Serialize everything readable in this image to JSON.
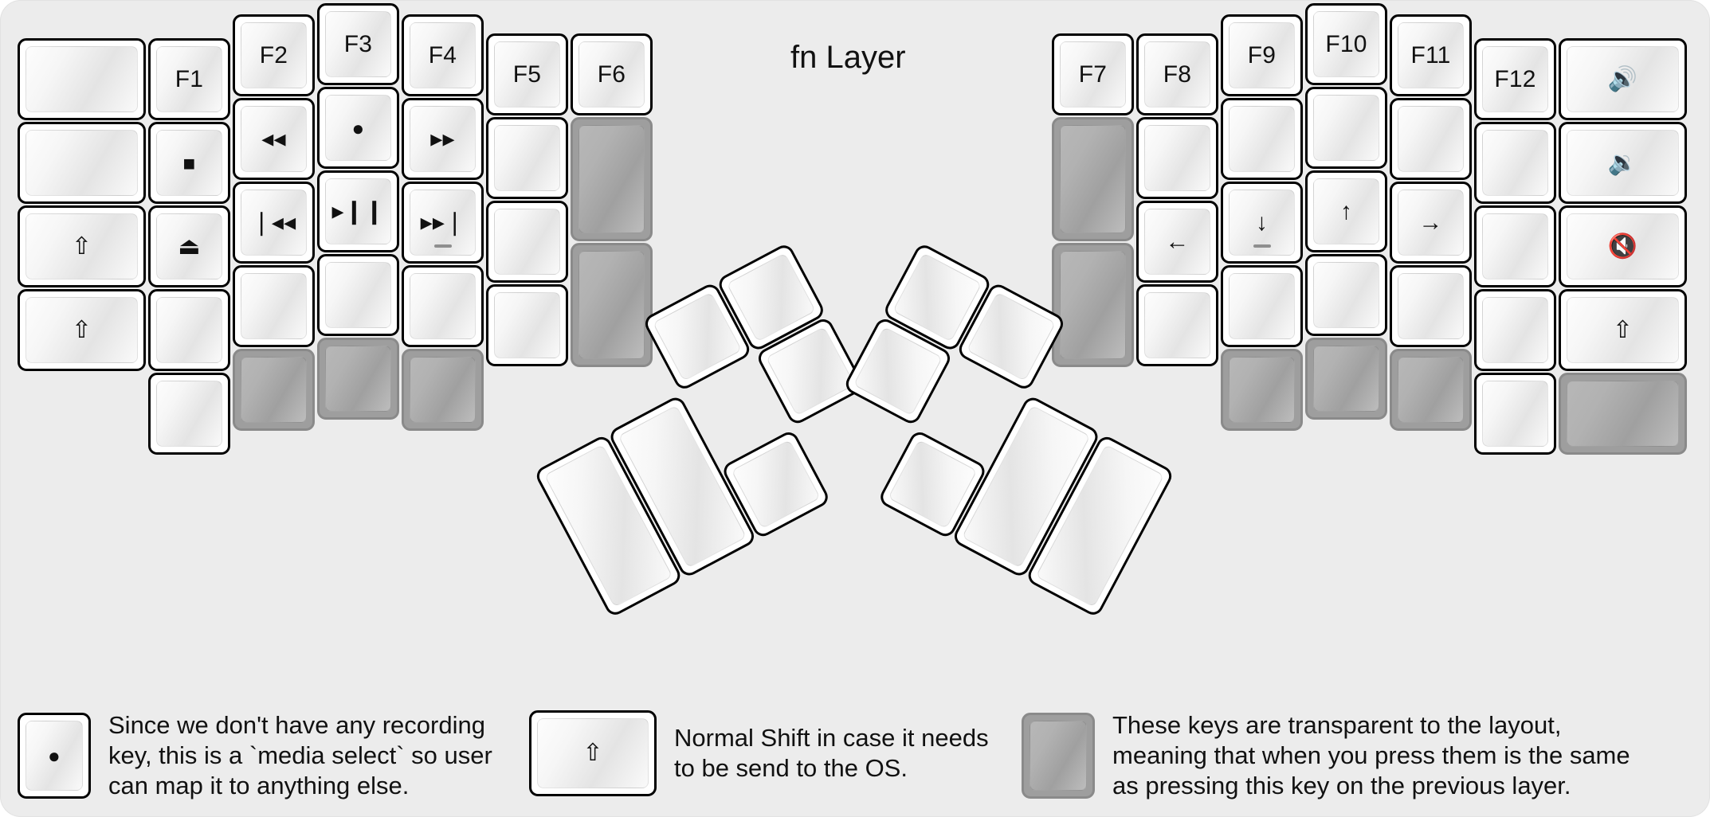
{
  "title": "fn Layer",
  "colors": {
    "background": "#ececec",
    "key_face": "#f4f4f4",
    "key_border": "#000000",
    "transparent_key": "#9e9e9e"
  },
  "symbols": {
    "rewind": "◂◂",
    "record": "●",
    "fast_forward": "▸▸",
    "prev_track": "❘◂◂",
    "play_pause": "▸❙❙",
    "next_track": "▸▸❘",
    "stop": "■",
    "eject": "⏏",
    "caps_lock": "⇧",
    "shift": "⇧",
    "arrow_left": "←",
    "arrow_down": "↓",
    "arrow_up": "↑",
    "arrow_right": "→",
    "volume_up": "🔊",
    "volume_down": "🔉",
    "mute": "🔇"
  },
  "left_half": {
    "columns": [
      {
        "name": "col-outer-left",
        "keys": [
          {
            "label": "",
            "kind": "blank"
          },
          {
            "label": "",
            "kind": "blank"
          },
          {
            "label": "⇧",
            "kind": "caps-lock"
          },
          {
            "label": "⇧",
            "kind": "shift"
          }
        ]
      },
      {
        "name": "col-f1",
        "keys": [
          {
            "label": "F1",
            "kind": "text"
          },
          {
            "label": "■",
            "kind": "stop"
          },
          {
            "label": "⏏",
            "kind": "eject"
          },
          {
            "label": "",
            "kind": "blank"
          },
          {
            "label": "",
            "kind": "blank"
          }
        ]
      },
      {
        "name": "col-f2",
        "keys": [
          {
            "label": "F2",
            "kind": "text"
          },
          {
            "label": "◂◂",
            "kind": "rewind"
          },
          {
            "label": "❘◂◂",
            "kind": "prev-track"
          },
          {
            "label": "",
            "kind": "blank"
          },
          {
            "label": "",
            "kind": "transparent"
          }
        ]
      },
      {
        "name": "col-f3",
        "keys": [
          {
            "label": "F3",
            "kind": "text"
          },
          {
            "label": "●",
            "kind": "record"
          },
          {
            "label": "▸❙❙",
            "kind": "play-pause"
          },
          {
            "label": "",
            "kind": "blank"
          },
          {
            "label": "",
            "kind": "transparent"
          }
        ]
      },
      {
        "name": "col-f4",
        "keys": [
          {
            "label": "F4",
            "kind": "text"
          },
          {
            "label": "▸▸",
            "kind": "fast-forward"
          },
          {
            "label": "▸▸❘",
            "kind": "next-track",
            "homing": true
          },
          {
            "label": "",
            "kind": "blank"
          },
          {
            "label": "",
            "kind": "transparent"
          }
        ]
      },
      {
        "name": "col-f5",
        "keys": [
          {
            "label": "F5",
            "kind": "text"
          },
          {
            "label": "",
            "kind": "blank"
          },
          {
            "label": "",
            "kind": "blank"
          },
          {
            "label": "",
            "kind": "blank"
          }
        ]
      },
      {
        "name": "col-f6",
        "keys": [
          {
            "label": "F6",
            "kind": "text"
          },
          {
            "label": "",
            "kind": "transparent"
          },
          {
            "label": "",
            "kind": "transparent"
          }
        ]
      }
    ],
    "thumb_cluster": {
      "name": "left-thumb-cluster",
      "keys": [
        {
          "label": "",
          "kind": "blank"
        },
        {
          "label": "",
          "kind": "blank"
        },
        {
          "label": "",
          "kind": "blank"
        },
        {
          "label": "",
          "kind": "blank"
        },
        {
          "label": "",
          "kind": "blank"
        },
        {
          "label": "",
          "kind": "blank"
        }
      ]
    }
  },
  "right_half": {
    "columns": [
      {
        "name": "col-f7",
        "keys": [
          {
            "label": "F7",
            "kind": "text"
          },
          {
            "label": "",
            "kind": "transparent"
          },
          {
            "label": "",
            "kind": "transparent"
          }
        ]
      },
      {
        "name": "col-f8",
        "keys": [
          {
            "label": "F8",
            "kind": "text"
          },
          {
            "label": "",
            "kind": "blank"
          },
          {
            "label": "←",
            "kind": "arrow-left"
          },
          {
            "label": "",
            "kind": "blank"
          }
        ]
      },
      {
        "name": "col-f9",
        "keys": [
          {
            "label": "F9",
            "kind": "text"
          },
          {
            "label": "",
            "kind": "blank"
          },
          {
            "label": "↓",
            "kind": "arrow-down",
            "homing": true
          },
          {
            "label": "",
            "kind": "blank"
          },
          {
            "label": "",
            "kind": "transparent"
          }
        ]
      },
      {
        "name": "col-f10",
        "keys": [
          {
            "label": "F10",
            "kind": "text"
          },
          {
            "label": "",
            "kind": "blank"
          },
          {
            "label": "↑",
            "kind": "arrow-up"
          },
          {
            "label": "",
            "kind": "blank"
          },
          {
            "label": "",
            "kind": "transparent"
          }
        ]
      },
      {
        "name": "col-f11",
        "keys": [
          {
            "label": "F11",
            "kind": "text"
          },
          {
            "label": "",
            "kind": "blank"
          },
          {
            "label": "→",
            "kind": "arrow-right"
          },
          {
            "label": "",
            "kind": "blank"
          },
          {
            "label": "",
            "kind": "transparent"
          }
        ]
      },
      {
        "name": "col-f12",
        "keys": [
          {
            "label": "F12",
            "kind": "text"
          },
          {
            "label": "",
            "kind": "blank"
          },
          {
            "label": "",
            "kind": "blank"
          },
          {
            "label": "",
            "kind": "blank"
          },
          {
            "label": "",
            "kind": "blank"
          }
        ]
      },
      {
        "name": "col-outer-right",
        "keys": [
          {
            "label": "🔊",
            "kind": "volume-up"
          },
          {
            "label": "🔉",
            "kind": "volume-down"
          },
          {
            "label": "🔇",
            "kind": "mute"
          },
          {
            "label": "⇧",
            "kind": "shift"
          },
          {
            "label": "",
            "kind": "transparent"
          }
        ]
      }
    ],
    "thumb_cluster": {
      "name": "right-thumb-cluster",
      "keys": [
        {
          "label": "",
          "kind": "blank"
        },
        {
          "label": "",
          "kind": "blank"
        },
        {
          "label": "",
          "kind": "blank"
        },
        {
          "label": "",
          "kind": "blank"
        },
        {
          "label": "",
          "kind": "blank"
        },
        {
          "label": "",
          "kind": "blank"
        }
      ]
    }
  },
  "legend": [
    {
      "name": "legend-record",
      "key_kind": "record",
      "key_symbol": "●",
      "text": "Since we don't have any recording\nkey, this is a `media select` so user\ncan map it to anything else."
    },
    {
      "name": "legend-shift",
      "key_kind": "shift",
      "key_symbol": "⇧",
      "text": "Normal Shift in case it needs\nto be send to the OS."
    },
    {
      "name": "legend-transparent",
      "key_kind": "transparent",
      "key_symbol": "",
      "text": "These keys are transparent to the layout,\nmeaning that when you press them is the same\nas pressing this key on the previous layer."
    }
  ]
}
